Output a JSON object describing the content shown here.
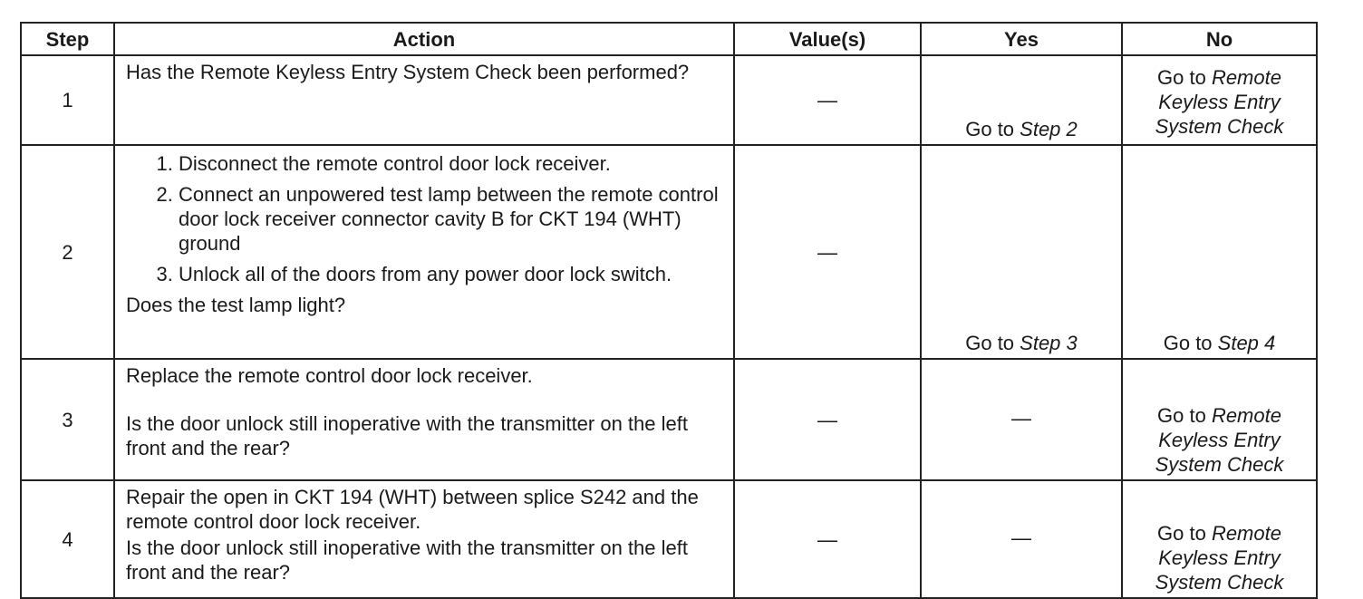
{
  "table": {
    "headers": {
      "step": "Step",
      "action": "Action",
      "values": "Value(s)",
      "yes": "Yes",
      "no": "No"
    },
    "rows": [
      {
        "step": "1",
        "action_text": "Has the Remote Keyless Entry System Check been performed?",
        "value": "—",
        "yes_prefix": "Go to ",
        "yes_target": "Step 2",
        "no_prefix": "Go to ",
        "no_target": "Remote Keyless Entry System Check"
      },
      {
        "step": "2",
        "action_steps": [
          "Disconnect the remote control door lock receiver.",
          "Connect an unpowered test lamp between the remote control door lock receiver connector cavity B for CKT 194 (WHT) ground",
          "Unlock all of the doors from any power door lock switch."
        ],
        "action_question": "Does the test lamp light?",
        "value": "—",
        "yes_prefix": "Go to ",
        "yes_target": "Step 3",
        "no_prefix": "Go to ",
        "no_target": "Step 4"
      },
      {
        "step": "3",
        "action_text": "Replace the remote control door lock receiver.",
        "action_question": "Is the door unlock still inoperative with the transmitter on the left front and the rear?",
        "value": "—",
        "yes": "—",
        "no_prefix": "Go to ",
        "no_target": "Remote Keyless Entry System Check"
      },
      {
        "step": "4",
        "action_text": "Repair the open in CKT 194 (WHT) between splice S242 and the remote control door lock receiver.",
        "action_question": "Is the door unlock still inoperative with the transmitter on the left front and the rear?",
        "value": "—",
        "yes": "—",
        "no_prefix": "Go to ",
        "no_target": "Remote Keyless Entry System Check"
      }
    ]
  }
}
